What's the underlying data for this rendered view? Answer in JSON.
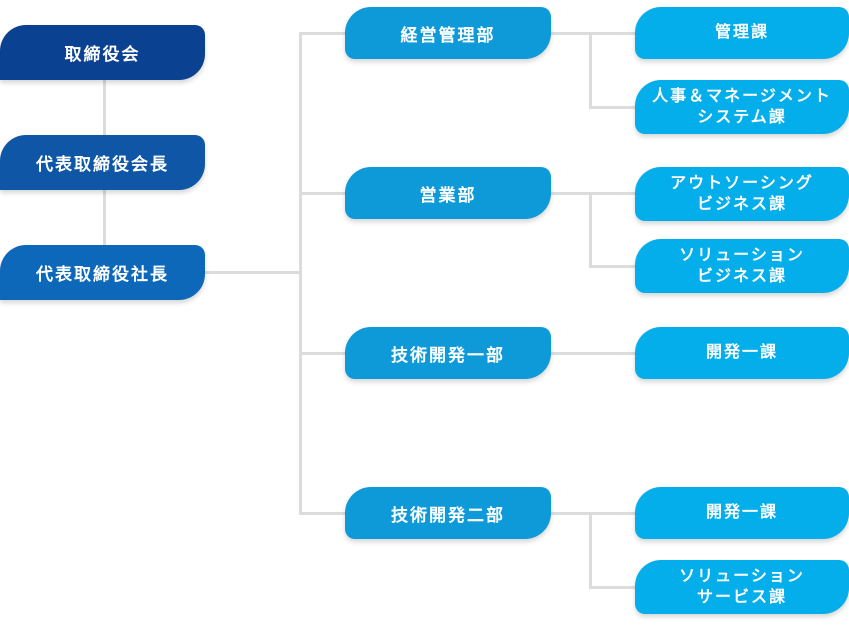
{
  "colors": {
    "executive_level_1": "#0b4191",
    "executive_level_2": "#0f57a6",
    "executive_level_3": "#0d68ba",
    "department_box": "#0e9ad9",
    "section_box": "#03aeea",
    "connector_line": "#dcdcdc",
    "box_text": "#ffffff",
    "background": "#ffffff"
  },
  "chart": {
    "type": "organization-chart",
    "executives": [
      {
        "label": "取締役会"
      },
      {
        "label": "代表取締役会長"
      },
      {
        "label": "代表取締役社長"
      }
    ],
    "departments": [
      {
        "label": "経営管理部",
        "sections": [
          {
            "lines": [
              "管理課"
            ]
          },
          {
            "lines": [
              "人事＆マネージメント",
              "システム課"
            ]
          }
        ]
      },
      {
        "label": "営業部",
        "sections": [
          {
            "lines": [
              "アウトソーシング",
              "ビジネス課"
            ]
          },
          {
            "lines": [
              "ソリューション",
              "ビジネス課"
            ]
          }
        ]
      },
      {
        "label": "技術開発一部",
        "sections": [
          {
            "lines": [
              "開発一課"
            ]
          }
        ]
      },
      {
        "label": "技術開発二部",
        "sections": [
          {
            "lines": [
              "開発一課"
            ]
          },
          {
            "lines": [
              "ソリューション",
              "サービス課"
            ]
          }
        ]
      }
    ]
  }
}
